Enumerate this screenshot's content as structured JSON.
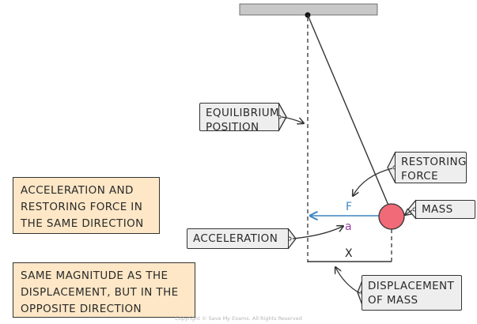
{
  "labels": {
    "equilibrium": [
      "EQUILIBRIUM",
      "POSITION"
    ],
    "restoring_force": [
      "RESTORING",
      "FORCE"
    ],
    "mass": "MASS",
    "acceleration": "ACCELERATION",
    "displacement": [
      "DISPLACEMENT",
      "OF MASS"
    ]
  },
  "symbols": {
    "force": "F",
    "acceleration": "a",
    "displacement": "X"
  },
  "notes": {
    "direction": [
      "ACCELERATION AND",
      "RESTORING  FORCE IN",
      "THE  SAME  DIRECTION"
    ],
    "magnitude": [
      "SAME  MAGNITUDE  AS  THE",
      "DISPLACEMENT,  BUT  IN  THE",
      "OPPOSITE  DIRECTION"
    ]
  },
  "copyright": "Copyright © Save My Exams. All Rights Reserved",
  "colors": {
    "ceiling": "#c8c8c8",
    "mass": "#f06a78",
    "force_arrow": "#3d86c4",
    "force_label": "#3d86c4",
    "acceleration_label": "#9b3fa8",
    "note_fill": "#fde7c6",
    "tag_fill": "#eeeeee"
  }
}
